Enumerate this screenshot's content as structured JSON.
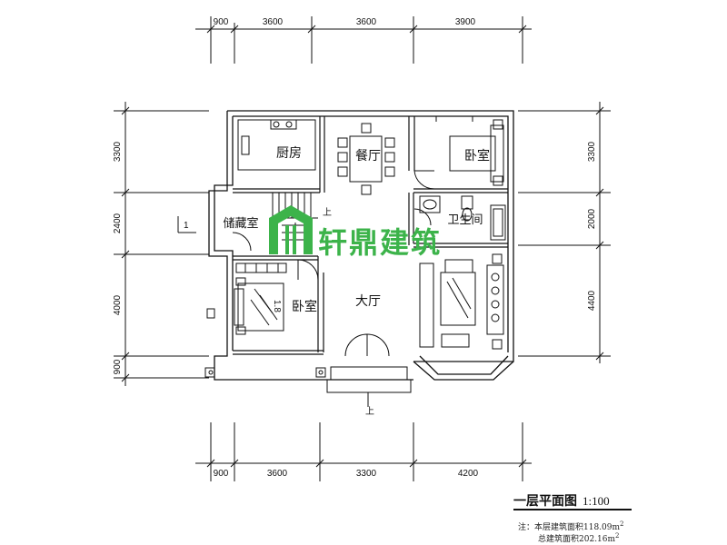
{
  "top_dims": [
    "900",
    "3600",
    "3600",
    "3900"
  ],
  "bottom_dims": [
    "900",
    "3600",
    "3300",
    "4200"
  ],
  "left_dims": [
    "3300",
    "2400",
    "4000",
    "900"
  ],
  "right_dims": [
    "3300",
    "2000",
    "4400"
  ],
  "rooms": {
    "kitchen": "厨房",
    "dining": "餐厅",
    "bedroom_ne": "卧室",
    "bathroom": "卫生间",
    "storage": "储藏室",
    "bedroom_w": "卧室",
    "hall": "大厅"
  },
  "stair_up": "上",
  "entrance_up": "上",
  "section_mark": "1",
  "bed_label": "1.8",
  "watermark": "轩鼎建筑",
  "title": "一层平面图",
  "scale": "1:100",
  "notes": {
    "floor_area_label": "注：本层建筑面积",
    "floor_area": "118.09m",
    "total_area_label": "总建筑面积",
    "total_area": "202.16m"
  },
  "colors": {
    "watermark": "#3cb34a",
    "line": "#111111"
  }
}
